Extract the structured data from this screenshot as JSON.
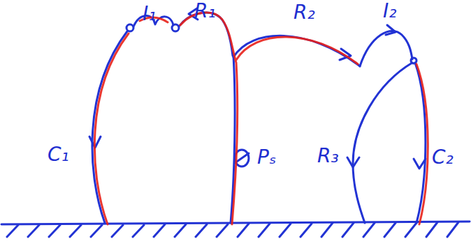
{
  "diagram": {
    "labels": [
      "I₁",
      "R₁",
      "R₂",
      "I₂",
      "C₁",
      "Pₛ",
      "R₃",
      "C₂"
    ]
  }
}
